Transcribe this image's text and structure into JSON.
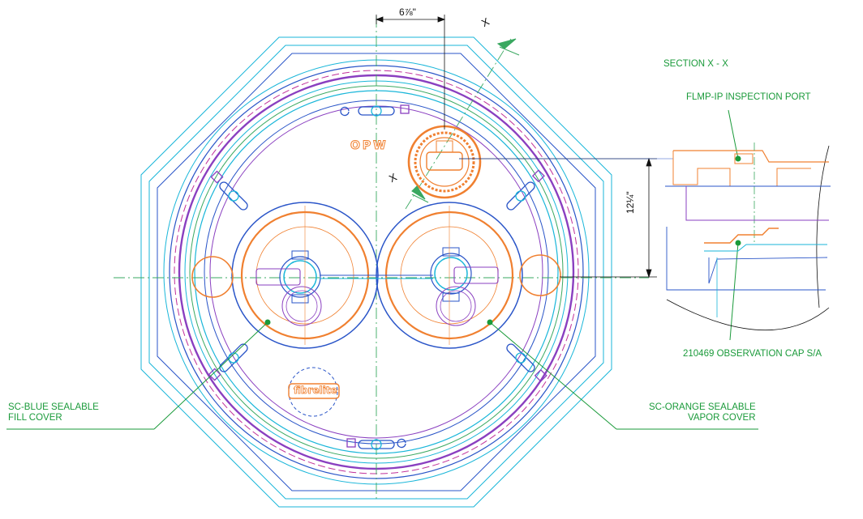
{
  "dimensions": {
    "top": "6⅞\"",
    "right": "12¼\""
  },
  "section_markers": {
    "upper": "X",
    "lower": "X"
  },
  "brands": {
    "opw": "OPW",
    "fibrelite": "fibrelite"
  },
  "labels": {
    "section": "SECTION X - X",
    "inspection_port": "FLMP-IP INSPECTION PORT",
    "observation_cap": "210469  OBSERVATION CAP S/A",
    "blue_cover_line1": "SC-BLUE SEALABLE",
    "blue_cover_line2": "FILL COVER",
    "orange_cover_line1": "SC-ORANGE SEALABLE",
    "orange_cover_line2": "VAPOR COVER"
  },
  "colors": {
    "label_green": "#1a9a3a",
    "outline_blue": "#2a55c8",
    "cyan": "#19b6d9",
    "purple": "#8a3fc0",
    "orange": "#f08030",
    "magenta_dashed": "#c0309a",
    "centerline": "#3aa860"
  }
}
